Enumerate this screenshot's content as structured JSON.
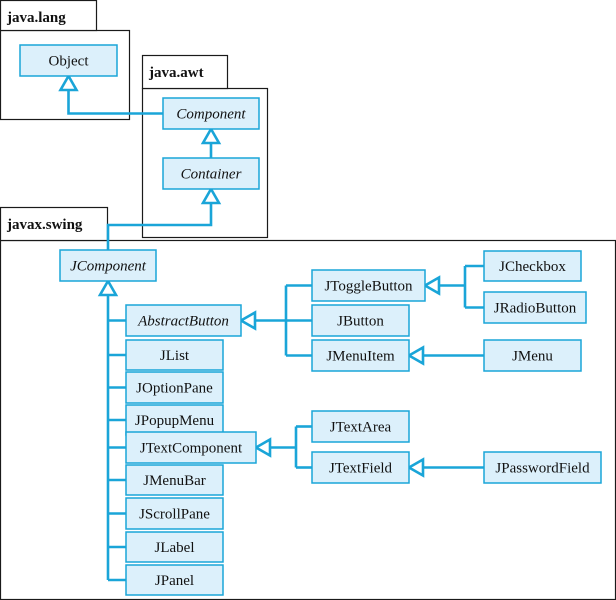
{
  "colors": {
    "line": "#1aa5d8",
    "box_fill": "#dcf0fb",
    "box_border": "#1aa5d8",
    "package_border": "#1a1a1a"
  },
  "packages": [
    {
      "id": "java-lang",
      "label": "java.lang"
    },
    {
      "id": "java-awt",
      "label": "java.awt"
    },
    {
      "id": "javax-swing",
      "label": "javax.swing"
    }
  ],
  "classes": [
    {
      "id": "object",
      "label": "Object",
      "italic": false
    },
    {
      "id": "component",
      "label": "Component",
      "italic": true
    },
    {
      "id": "container",
      "label": "Container",
      "italic": true
    },
    {
      "id": "jcomponent",
      "label": "JComponent",
      "italic": true
    },
    {
      "id": "abstractbutton",
      "label": "AbstractButton",
      "italic": true
    },
    {
      "id": "jlist",
      "label": "JList",
      "italic": false
    },
    {
      "id": "joptionpane",
      "label": "JOptionPane",
      "italic": false
    },
    {
      "id": "jpopupmenu",
      "label": "JPopupMenu",
      "italic": false
    },
    {
      "id": "jtextcomponent",
      "label": "JTextComponent",
      "italic": false
    },
    {
      "id": "jmenubar",
      "label": "JMenuBar",
      "italic": false
    },
    {
      "id": "jscrollpane",
      "label": "JScrollPane",
      "italic": false
    },
    {
      "id": "jlabel",
      "label": "JLabel",
      "italic": false
    },
    {
      "id": "jpanel",
      "label": "JPanel",
      "italic": false
    },
    {
      "id": "jtogglebutton",
      "label": "JToggleButton",
      "italic": false
    },
    {
      "id": "jbutton",
      "label": "JButton",
      "italic": false
    },
    {
      "id": "jmenuitem",
      "label": "JMenuItem",
      "italic": false
    },
    {
      "id": "jtextarea",
      "label": "JTextArea",
      "italic": false
    },
    {
      "id": "jtextfield",
      "label": "JTextField",
      "italic": false
    },
    {
      "id": "jcheckbox",
      "label": "JCheckbox",
      "italic": false
    },
    {
      "id": "jradiobutton",
      "label": "JRadioButton",
      "italic": false
    },
    {
      "id": "jmenu",
      "label": "JMenu",
      "italic": false
    },
    {
      "id": "jpasswordfield",
      "label": "JPasswordField",
      "italic": false
    }
  ],
  "inheritance": [
    {
      "child": "component",
      "parent": "object"
    },
    {
      "child": "container",
      "parent": "component"
    },
    {
      "child": "jcomponent",
      "parent": "container"
    },
    {
      "child": "abstractbutton",
      "parent": "jcomponent"
    },
    {
      "child": "jlist",
      "parent": "jcomponent"
    },
    {
      "child": "joptionpane",
      "parent": "jcomponent"
    },
    {
      "child": "jpopupmenu",
      "parent": "jcomponent"
    },
    {
      "child": "jtextcomponent",
      "parent": "jcomponent"
    },
    {
      "child": "jmenubar",
      "parent": "jcomponent"
    },
    {
      "child": "jscrollpane",
      "parent": "jcomponent"
    },
    {
      "child": "jlabel",
      "parent": "jcomponent"
    },
    {
      "child": "jpanel",
      "parent": "jcomponent"
    },
    {
      "child": "jtogglebutton",
      "parent": "abstractbutton"
    },
    {
      "child": "jbutton",
      "parent": "abstractbutton"
    },
    {
      "child": "jmenuitem",
      "parent": "abstractbutton"
    },
    {
      "child": "jcheckbox",
      "parent": "jtogglebutton"
    },
    {
      "child": "jradiobutton",
      "parent": "jtogglebutton"
    },
    {
      "child": "jmenu",
      "parent": "jmenuitem"
    },
    {
      "child": "jtextarea",
      "parent": "jtextcomponent"
    },
    {
      "child": "jtextfield",
      "parent": "jtextcomponent"
    },
    {
      "child": "jpasswordfield",
      "parent": "jtextfield"
    }
  ]
}
